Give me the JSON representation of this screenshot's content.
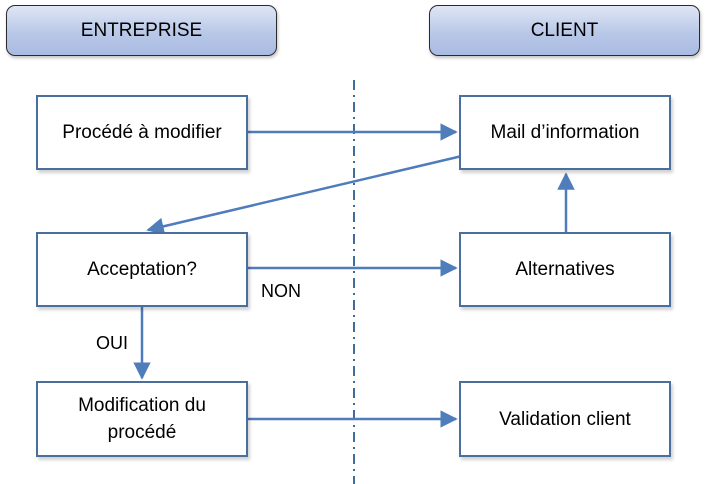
{
  "headers": {
    "left": "ENTREPRISE",
    "right": "CLIENT"
  },
  "boxes": {
    "procede": "Procédé à modifier",
    "mail": "Mail d’information",
    "acceptation": "Acceptation?",
    "alternatives": "Alternatives",
    "modification": "Modification du procédé",
    "validation": "Validation client"
  },
  "labels": {
    "non": "NON",
    "oui": "OUI"
  },
  "colors": {
    "arrow": "#4f7cba",
    "box_border": "#4a6f9f",
    "divider": "#3f6c9e"
  }
}
